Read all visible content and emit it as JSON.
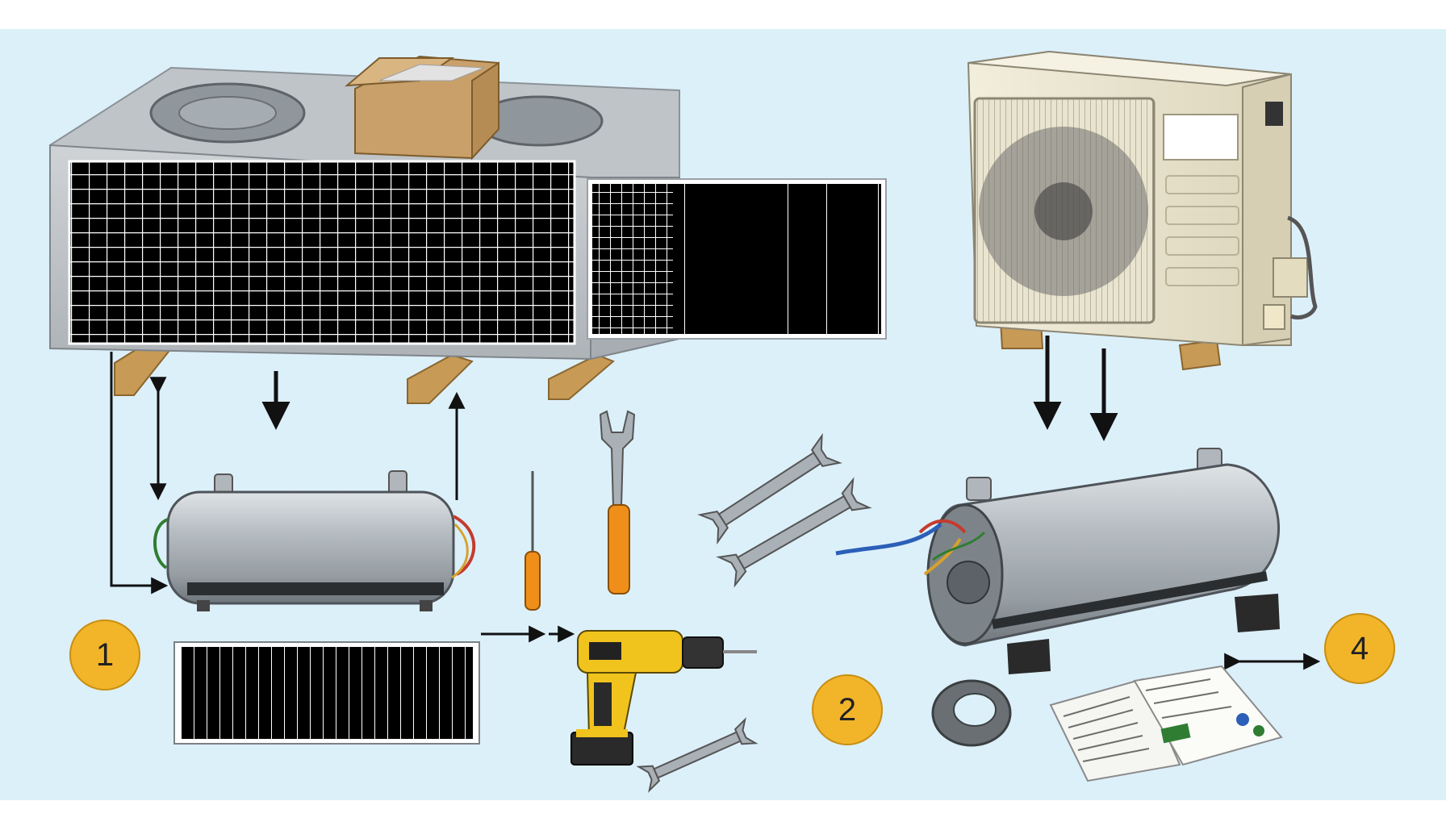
{
  "diagram": {
    "colors": {
      "background": "#dcf0fa",
      "frame": "#ffffff",
      "badge_fill": "#f2b52a",
      "cabinet": "#c3c7cb",
      "coil": "#000000",
      "wood": "#c79a55",
      "cardboard": "#c9a06a",
      "outdoor_unit": "#ece7d2",
      "cylinder": "#a8b0b6",
      "drill": "#f1c31d",
      "tool_handle": "#ef8f1a",
      "metal_tool": "#a9b0b6"
    },
    "steps": [
      {
        "label": "1"
      },
      {
        "label": "2"
      },
      {
        "label": "4"
      }
    ],
    "components": {
      "rooftop_condenser": {
        "icon": "hvac-condenser-cabinet"
      },
      "detached_coil_panel": {
        "icon": "condenser-coil-panel"
      },
      "cardboard_box": {
        "icon": "open-box"
      },
      "outdoor_split_unit": {
        "icon": "outdoor-ac-unit"
      },
      "compressor_left": {
        "icon": "compressor-cylinder"
      },
      "compressor_right": {
        "icon": "compressor-cylinder-wired"
      },
      "loose_coil_panel": {
        "icon": "coil-panel"
      },
      "screwdriver_small": {
        "icon": "screwdriver"
      },
      "screwdriver_with_wrench": {
        "icon": "screwdriver-wrench"
      },
      "open_wrenches": {
        "icon": "open-end-wrench"
      },
      "cordless_drill": {
        "icon": "power-drill"
      },
      "tape_roll": {
        "icon": "insulation-tape"
      },
      "manual": {
        "icon": "instruction-manual"
      }
    }
  }
}
